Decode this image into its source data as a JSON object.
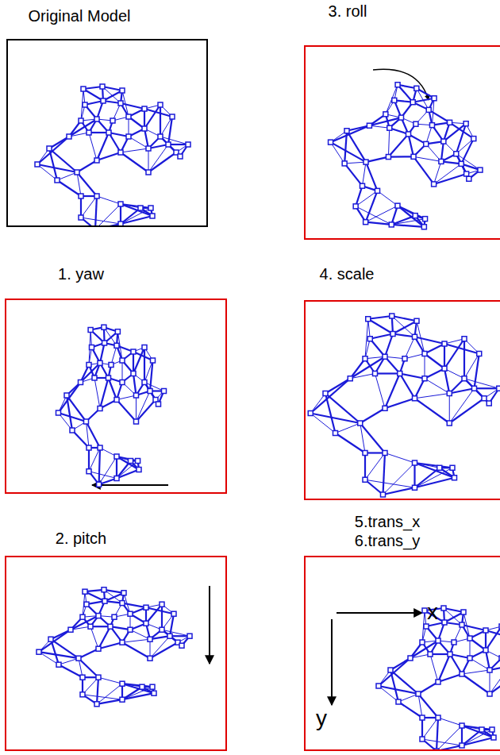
{
  "diagram": {
    "nodes": [
      {
        "text": [
          "Original Model"
        ]
      },
      {
        "text": [
          "3. roll"
        ]
      },
      {
        "text": [
          "1. yaw"
        ]
      },
      {
        "text": [
          "4. scale"
        ]
      },
      {
        "text": [
          "2. pitch"
        ]
      },
      {
        "text": [
          "5.trans_x 6.trans_y"
        ]
      }
    ],
    "labels": [
      "x",
      "y"
    ]
  }
}
